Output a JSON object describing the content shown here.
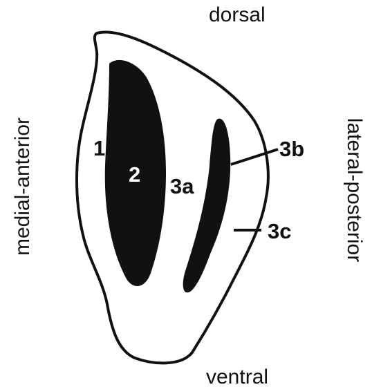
{
  "orientation": {
    "top": "dorsal",
    "bottom": "ventral",
    "left": "medial-anterior",
    "right": "lateral-posterior"
  },
  "regions": {
    "r1": "1",
    "r2": "2",
    "r3a": "3a",
    "r3b": "3b",
    "r3c": "3c"
  },
  "colors": {
    "ink": "#111111",
    "background": "#ffffff",
    "label_on_dark": "#ffffff"
  }
}
